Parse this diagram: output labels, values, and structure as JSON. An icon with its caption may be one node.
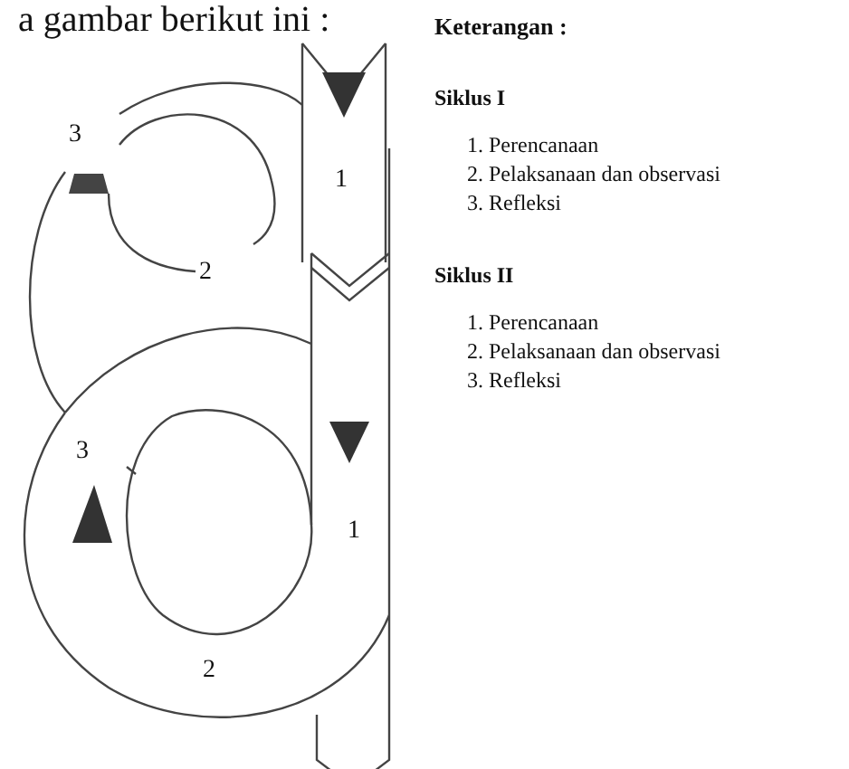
{
  "diagram": {
    "labels": [
      "a gambar berikut ini :",
      "3",
      "1",
      "2",
      "3",
      "1",
      "2",
      "Keterangan :",
      "Siklus I",
      "1. Perencanaan",
      "2. Pelaksanaan dan observasi",
      "3. Refleksi",
      "Siklus II",
      "1. Perencanaan",
      "2. Pelaksanaan dan observasi",
      "3. Refleksi"
    ]
  }
}
